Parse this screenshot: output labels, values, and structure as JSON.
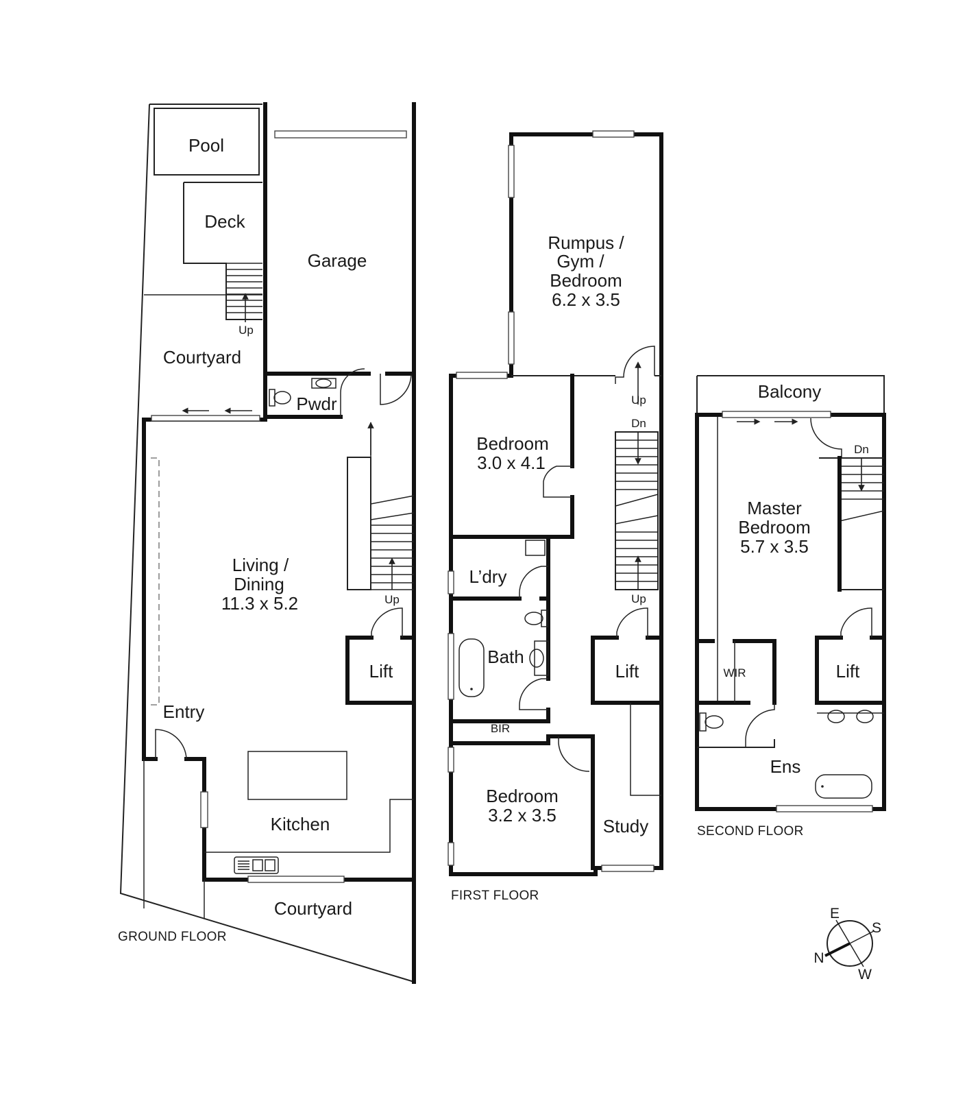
{
  "ground_floor": {
    "label": "GROUND FLOOR",
    "rooms": {
      "pool": "Pool",
      "deck": "Deck",
      "garage": "Garage",
      "courtyard_rear": "Courtyard",
      "powder": "Pwdr",
      "living_line1": "Living /",
      "living_line2": "Dining",
      "living_dim": "11.3 x 5.2",
      "lift": "Lift",
      "entry": "Entry",
      "kitchen": "Kitchen",
      "courtyard_front": "Courtyard"
    },
    "stair_labels": {
      "deck_up": "Up",
      "main_up": "Up"
    }
  },
  "first_floor": {
    "label": "FIRST FLOOR",
    "rooms": {
      "rumpus_line1": "Rumpus /",
      "rumpus_line2": "Gym /",
      "rumpus_line3": "Bedroom",
      "rumpus_dim": "6.2 x 3.5",
      "bed1_name": "Bedroom",
      "bed1_dim": "3.0 x 4.1",
      "laundry": "L’dry",
      "bath": "Bath",
      "bir": "BIR",
      "bed2_name": "Bedroom",
      "bed2_dim": "3.2 x 3.5",
      "lift": "Lift",
      "study": "Study"
    },
    "stair_labels": {
      "up_top": "Up",
      "dn": "Dn",
      "up_bottom": "Up"
    }
  },
  "second_floor": {
    "label": "SECOND FLOOR",
    "rooms": {
      "balcony": "Balcony",
      "master_line1": "Master",
      "master_line2": "Bedroom",
      "master_dim": "5.7 x 3.5",
      "wir": "WIR",
      "lift": "Lift",
      "ensuite": "Ens"
    },
    "stair_labels": {
      "dn": "Dn"
    }
  },
  "compass": {
    "e": "E",
    "s": "S",
    "n": "N",
    "w": "W"
  }
}
